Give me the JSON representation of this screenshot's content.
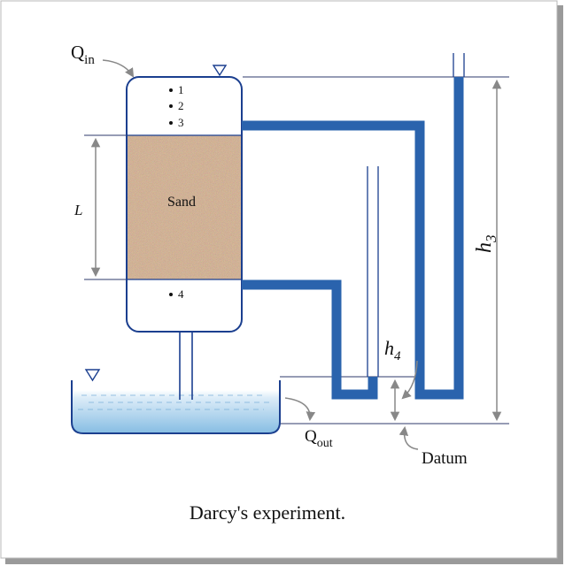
{
  "caption": "Darcy's experiment.",
  "labels": {
    "q_in_main": "Q",
    "q_in_sub": "in",
    "q_out_main": "Q",
    "q_out_sub": "out",
    "sand": "Sand",
    "length": "L",
    "h3_main": "h",
    "h3_sub": "3",
    "h4_main": "h",
    "h4_sub": "4",
    "datum": "Datum"
  },
  "points": [
    "1",
    "2",
    "3",
    "4"
  ],
  "colors": {
    "pipe": "#2a63ad",
    "outline": "#1b3f8f",
    "water": "#8ec0e4",
    "water_light": "#e4f1fa",
    "sand": "#b58a63",
    "guide": "#2e3a6b",
    "arrow": "#888888",
    "shadow": "#9a9a9a",
    "border": "#b8b8b8"
  },
  "icons": [
    "water-level-triangle-icon",
    "arrow-icon"
  ]
}
